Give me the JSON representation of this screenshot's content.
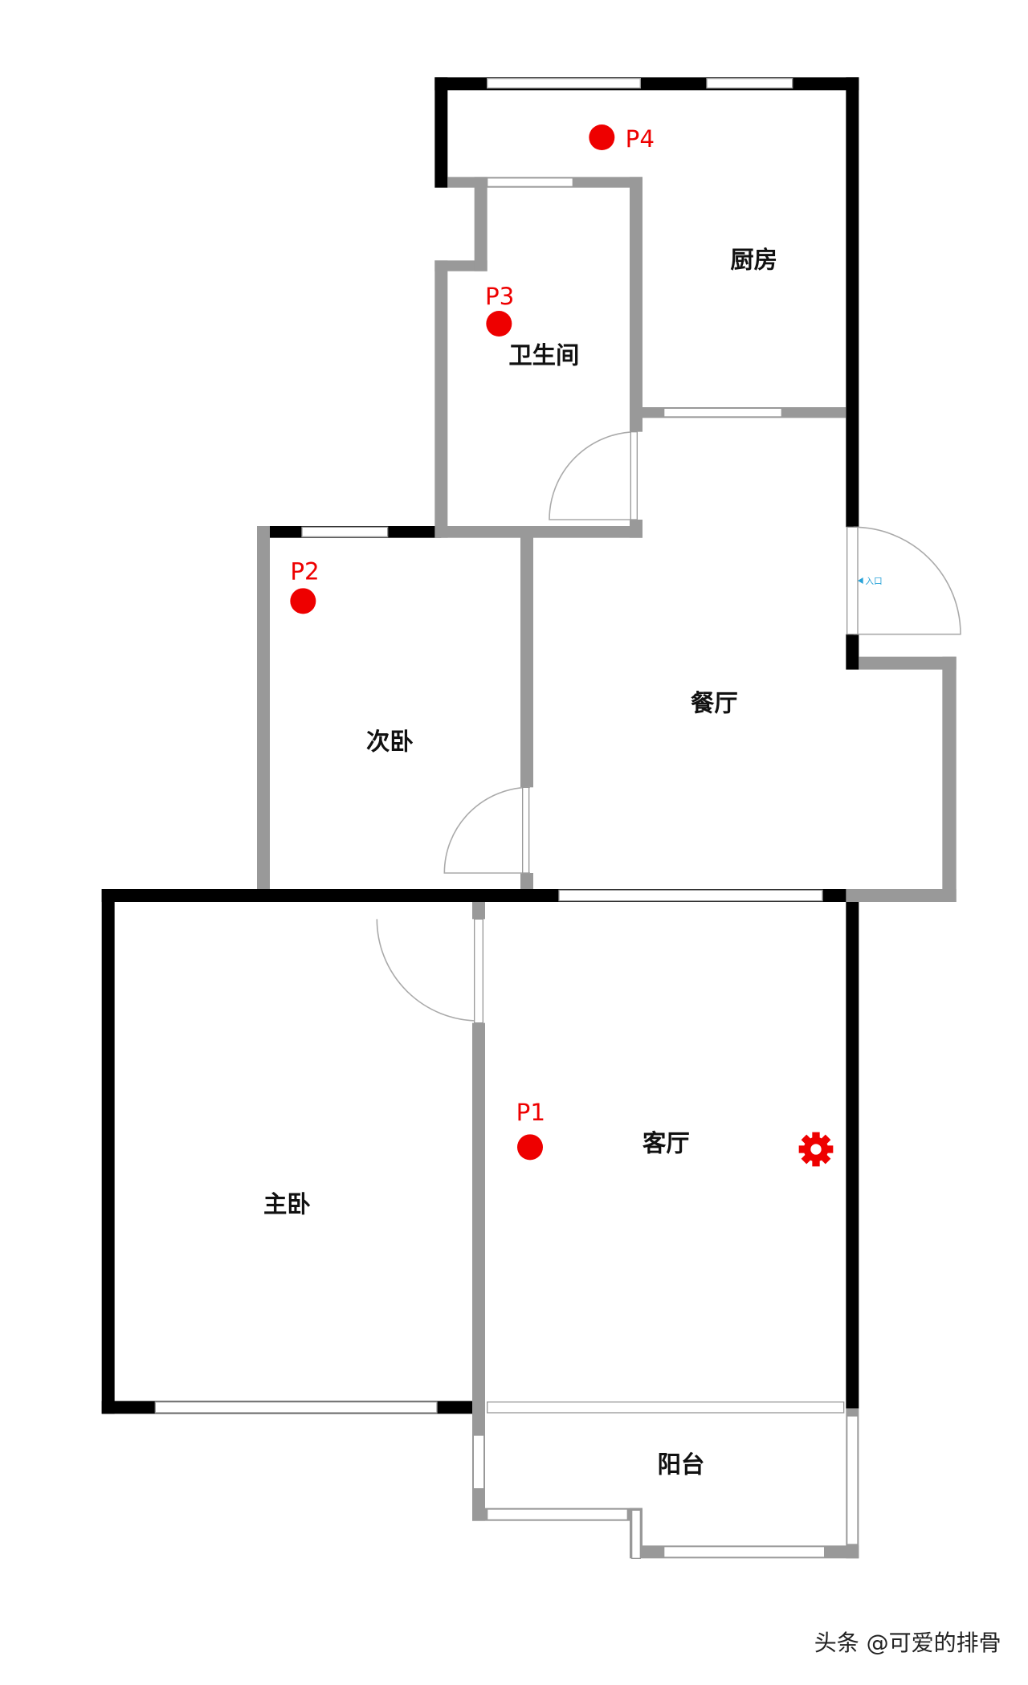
{
  "rooms": {
    "kitchen": "厨房",
    "bathroom": "卫生间",
    "second_bedroom": "次卧",
    "dining": "餐厅",
    "master_bedroom": "主卧",
    "living_room": "客厅",
    "balcony": "阳台"
  },
  "entrance_label": "入口",
  "points": [
    {
      "label": "P1",
      "color": "#ee0000"
    },
    {
      "label": "P2",
      "color": "#ee0000"
    },
    {
      "label": "P3",
      "color": "#ee0000"
    },
    {
      "label": "P4",
      "color": "#ee0000"
    }
  ],
  "icons": {
    "living_room_device": "gear-icon",
    "entrance": "triangle-left-icon"
  },
  "colors": {
    "exterior_wall": "#000000",
    "interior_wall": "#999999",
    "marker": "#ee0000",
    "entrance": "#29a3d8"
  },
  "watermark": "头条 @可爱的排骨"
}
